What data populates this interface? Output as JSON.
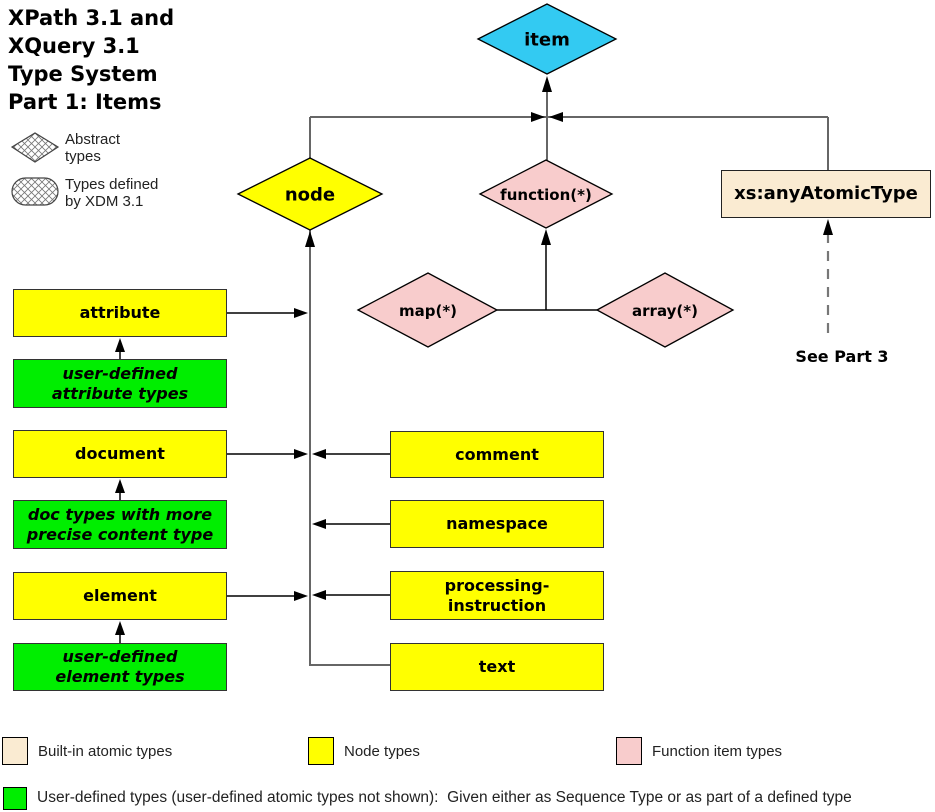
{
  "title": "XPath 3.1 and\nXQuery 3.1\nType System\nPart 1: Items",
  "shape_legend": {
    "abstract_label": "Abstract\ntypes",
    "xdm_label": "Types defined\nby XDM 3.1"
  },
  "nodes": {
    "item": "item",
    "node": "node",
    "function": "function(*)",
    "any_atomic": "xs:anyAtomicType",
    "map": "map(*)",
    "array": "array(*)",
    "attribute": "attribute",
    "user_attribute": "user-defined\nattribute types",
    "document": "document",
    "doc_types": "doc types with more\nprecise content type",
    "element": "element",
    "user_element": "user-defined\nelement types",
    "comment": "comment",
    "namespace": "namespace",
    "processing_instruction": "processing-\ninstruction",
    "text": "text"
  },
  "annotations": {
    "see_part_3": "See Part 3"
  },
  "color_legend": [
    {
      "label": "Built-in atomic types",
      "color": "#FAEBD2"
    },
    {
      "label": "Node types",
      "color": "#FFFF00"
    },
    {
      "label": "Function item types",
      "color": "#F8CCCC"
    },
    {
      "label": "User-defined types (user-defined atomic types not shown):  Given either as Sequence Type or as part of a defined type",
      "color": "#00EE00"
    }
  ],
  "colors": {
    "item_fill": "#33CAF2",
    "node_fill": "#FFFF00",
    "function_fill": "#F8CCCC",
    "atomic_fill": "#FAEBD2",
    "user_defined_fill": "#00EE00",
    "line_gray": "#666666",
    "arrow_black": "#000000"
  }
}
